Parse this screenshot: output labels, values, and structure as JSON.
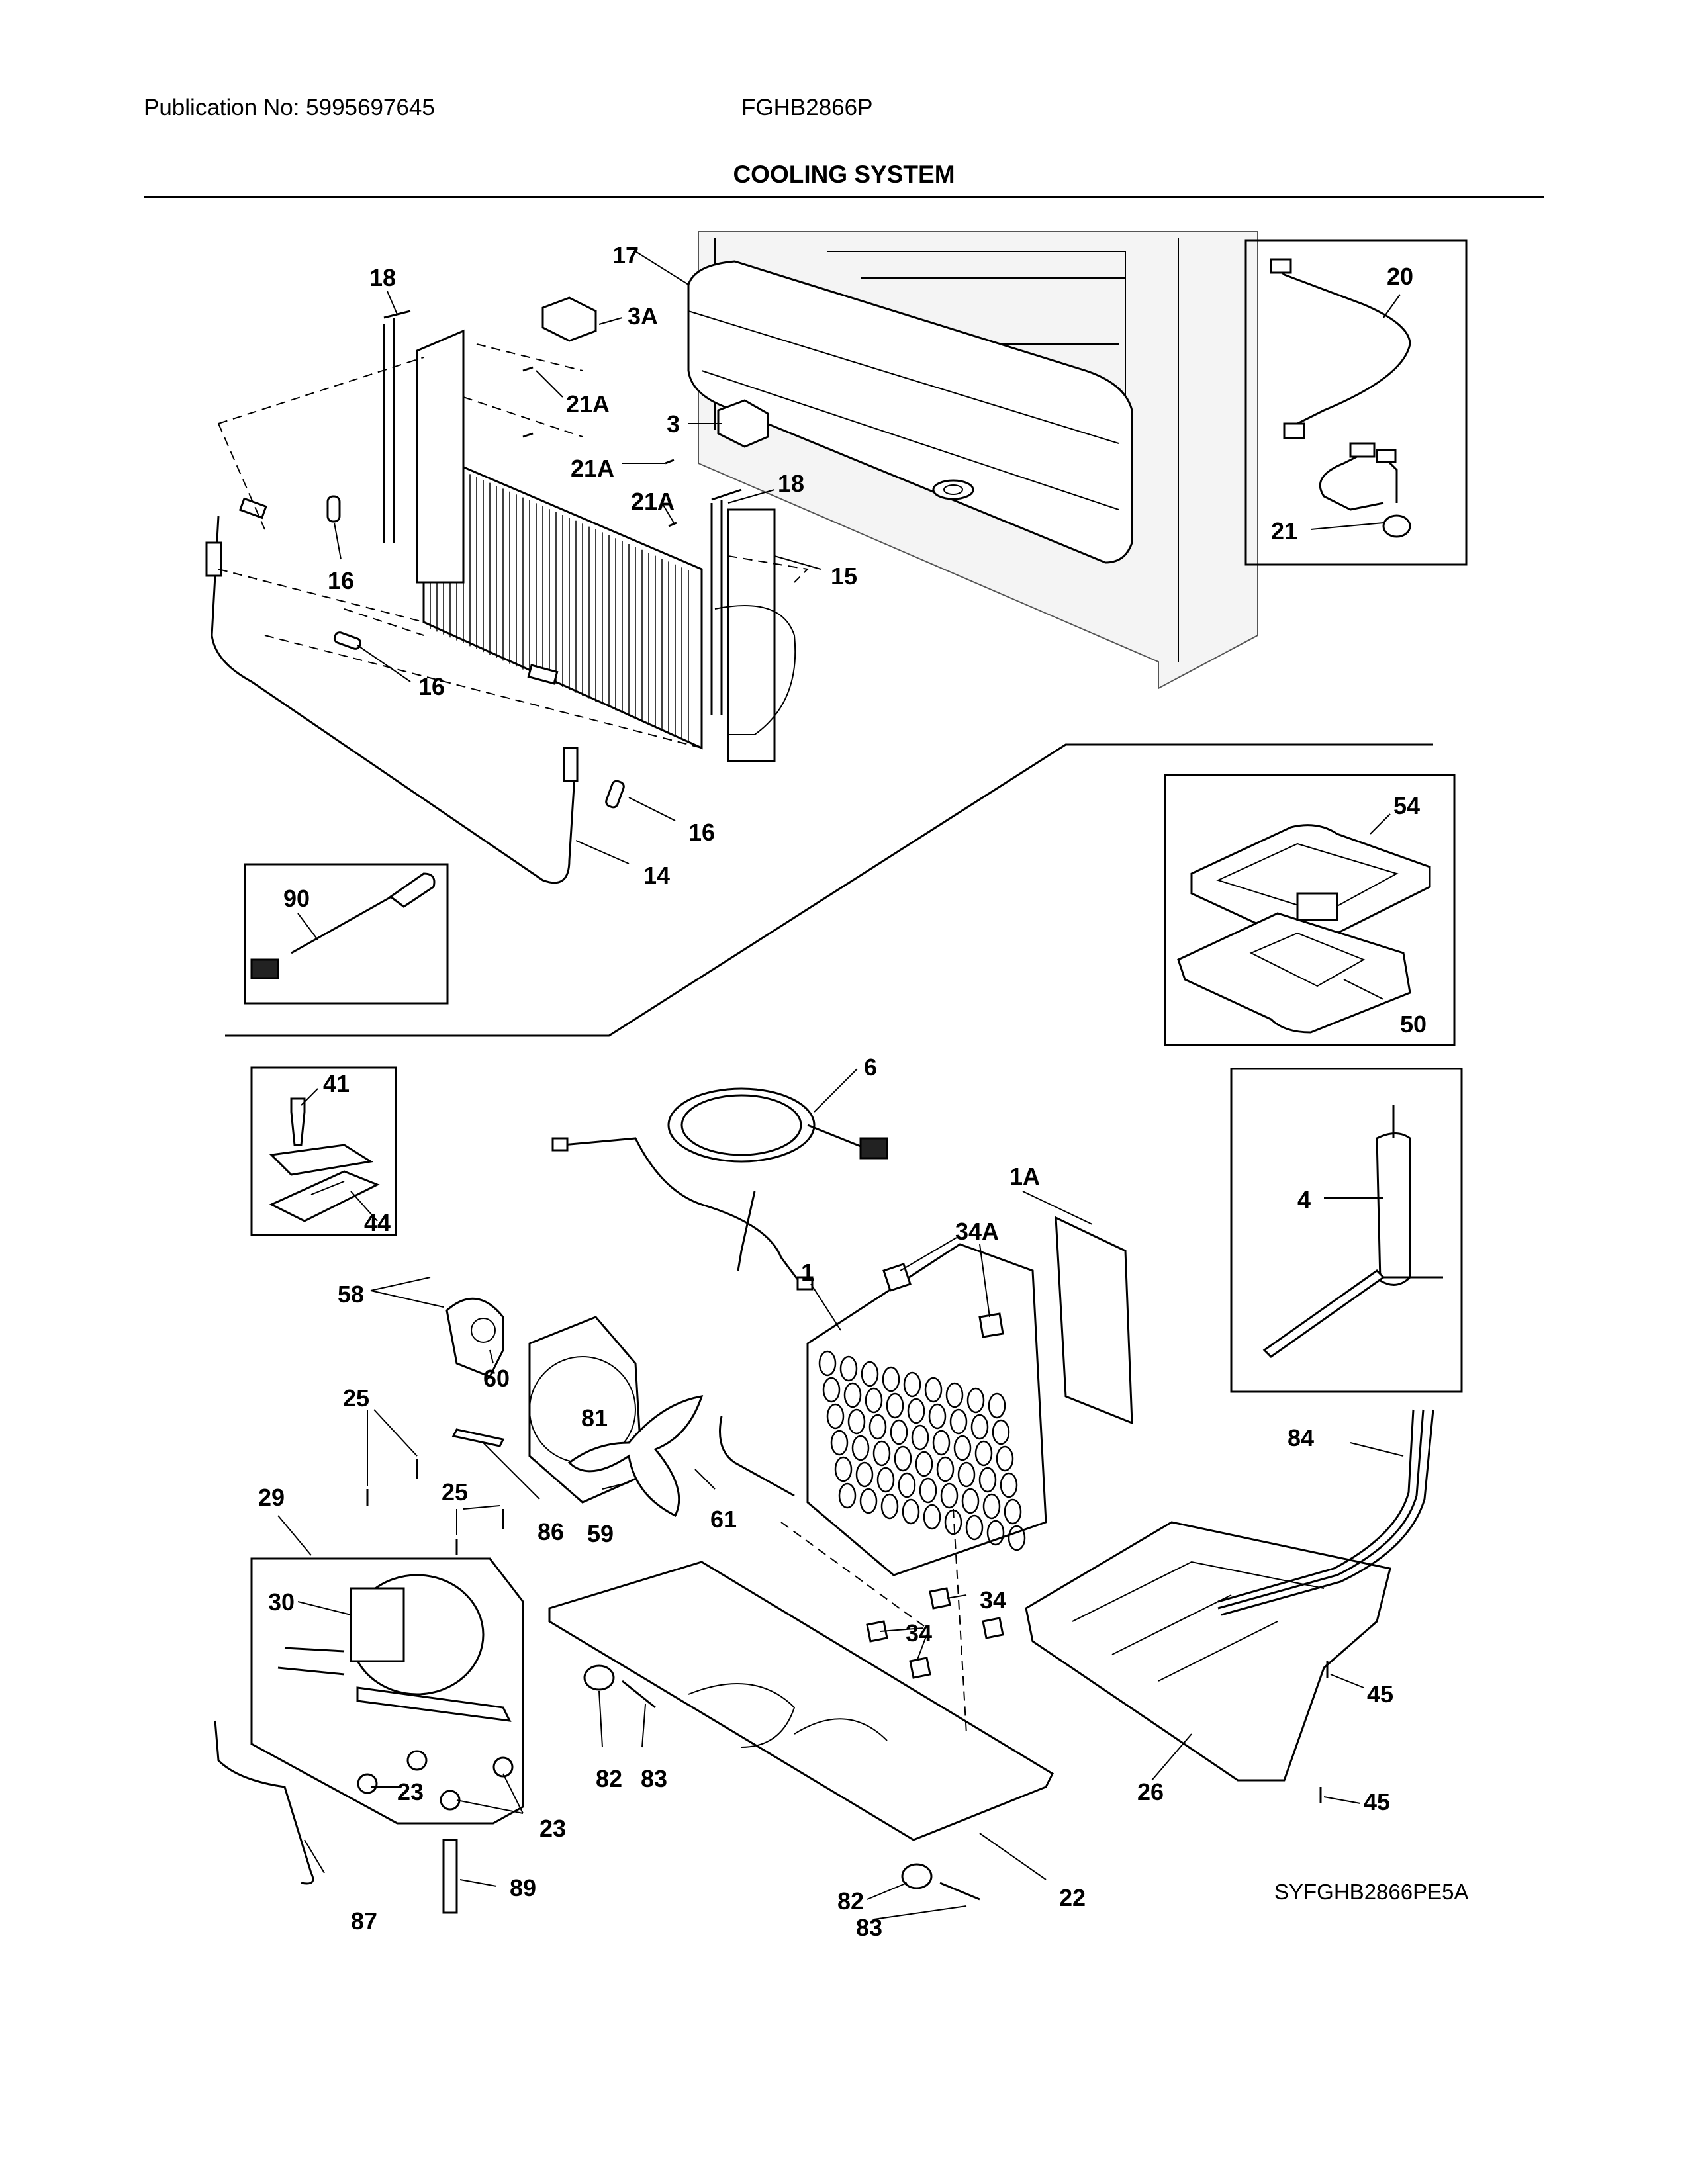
{
  "header": {
    "publication": "Publication No: 5995697645",
    "model": "FGHB2866P",
    "title": "COOLING SYSTEM"
  },
  "diagram_code": "SYFGHB2866PE5A",
  "labels": {
    "l17": "17",
    "l18a": "18",
    "l3A": "3A",
    "l21Aa": "21A",
    "l3": "3",
    "l21Ab": "21A",
    "l21Ac": "21A",
    "l18b": "18",
    "l15": "15",
    "l16a": "16",
    "l16b": "16",
    "l16c": "16",
    "l14": "14",
    "l20": "20",
    "l21": "21",
    "l90": "90",
    "l54": "54",
    "l50": "50",
    "l6": "6",
    "l41": "41",
    "l44": "44",
    "l1A": "1A",
    "l34A": "34A",
    "l1": "1",
    "l4": "4",
    "l58": "58",
    "l60": "60",
    "l81": "81",
    "l25a": "25",
    "l25b": "25",
    "l86": "86",
    "l59": "59",
    "l61": "61",
    "l29": "29",
    "l30": "30",
    "l84": "84",
    "l34a": "34",
    "l34b": "34",
    "l45a": "45",
    "l45b": "45",
    "l23a": "23",
    "l23b": "23",
    "l82a": "82",
    "l83a": "83",
    "l26": "26",
    "l87": "87",
    "l89": "89",
    "l82b": "82",
    "l83b": "83",
    "l22": "22"
  }
}
